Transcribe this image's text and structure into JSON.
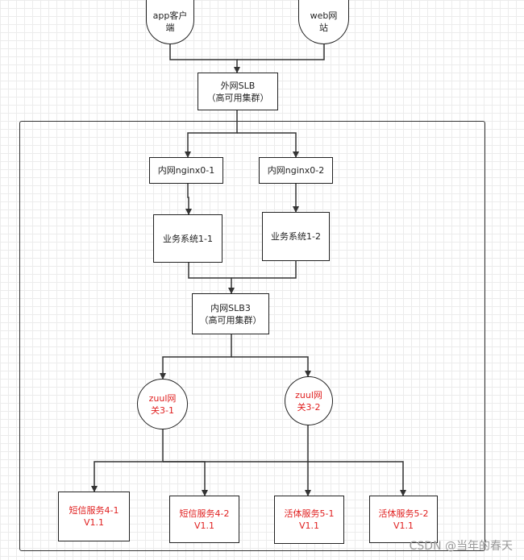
{
  "nodes": {
    "app": "app客户\n端",
    "web": "web网\n站",
    "outer_slb": "外网SLB\n（高可用集群）",
    "nginx1": "内网nginx0-1",
    "nginx2": "内网nginx0-2",
    "biz1": "业务系统1-1",
    "biz2": "业务系统1-2",
    "inner_slb": "内网SLB3\n（高可用集群）",
    "zuul1": "zuul网\n关3-1",
    "zuul2": "zuul网\n关3-2",
    "sms1": "短信服务4-1\nV1.1",
    "sms2": "短信服务4-2\nV1.1",
    "act1": "活体服务5-1\nV1.1",
    "act2": "活体服务5-2\nV1.1"
  },
  "watermark": "CSDN @当年的春天",
  "colors": {
    "line": "#333333",
    "red_text": "#e02020"
  }
}
